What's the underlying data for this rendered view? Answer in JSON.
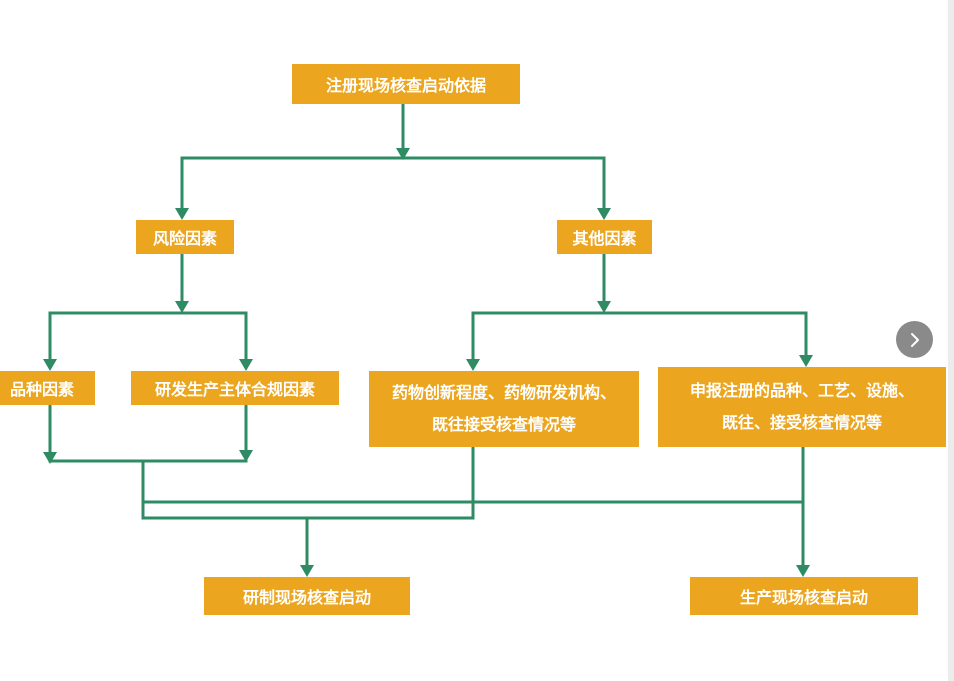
{
  "diagram": {
    "root": "注册现场核查启动依据",
    "risk_factors": "风险因素",
    "other_factors": "其他因素",
    "variety_factors": "品种因素",
    "rd_entity_factors": "研发生产主体合规因素",
    "drug_innovation": {
      "line1": "药物创新程度、药物研发机构、",
      "line2": "既往接受核查情况等"
    },
    "application_history": {
      "line1": "申报注册的品种、工艺、设施、",
      "line2": "既往、接受核查情况等"
    },
    "rd_inspection_start": "研制现场核查启动",
    "production_inspection_start": "生产现场核查启动"
  },
  "colors": {
    "node_fill": "#EBA51E",
    "node_text": "#FFFFFF",
    "connector": "#2E8B63",
    "nav_button": "#8A8A8A"
  },
  "nav": {
    "next_icon": "chevron-right-icon"
  }
}
